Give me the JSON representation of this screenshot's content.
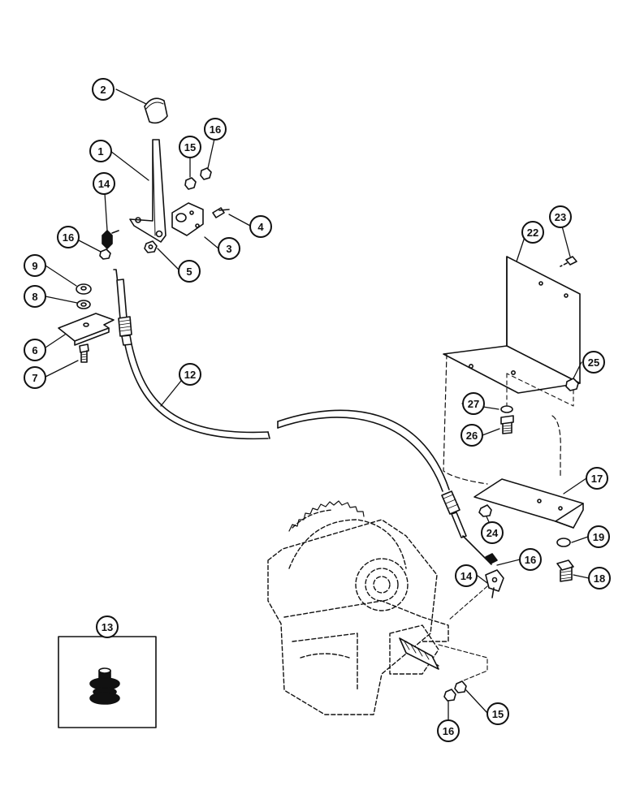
{
  "colors": {
    "ink": "#111111",
    "paper": "#ffffff",
    "shade": "#555555"
  },
  "callouts": [
    {
      "id": "c2",
      "label": "2"
    },
    {
      "id": "c1",
      "label": "1"
    },
    {
      "id": "c15a",
      "label": "15"
    },
    {
      "id": "c16a",
      "label": "16"
    },
    {
      "id": "c14a",
      "label": "14"
    },
    {
      "id": "c4",
      "label": "4"
    },
    {
      "id": "c16b",
      "label": "16"
    },
    {
      "id": "c3",
      "label": "3"
    },
    {
      "id": "c5",
      "label": "5"
    },
    {
      "id": "c9",
      "label": "9"
    },
    {
      "id": "c8",
      "label": "8"
    },
    {
      "id": "c6",
      "label": "6"
    },
    {
      "id": "c7",
      "label": "7"
    },
    {
      "id": "c12",
      "label": "12"
    },
    {
      "id": "c23",
      "label": "23"
    },
    {
      "id": "c22",
      "label": "22"
    },
    {
      "id": "c25",
      "label": "25"
    },
    {
      "id": "c27",
      "label": "27"
    },
    {
      "id": "c26",
      "label": "26"
    },
    {
      "id": "c17",
      "label": "17"
    },
    {
      "id": "c24",
      "label": "24"
    },
    {
      "id": "c19",
      "label": "19"
    },
    {
      "id": "c16c",
      "label": "16"
    },
    {
      "id": "c14b",
      "label": "14"
    },
    {
      "id": "c18",
      "label": "18"
    },
    {
      "id": "c13",
      "label": "13"
    },
    {
      "id": "c15b",
      "label": "15"
    },
    {
      "id": "c16d",
      "label": "16"
    }
  ]
}
